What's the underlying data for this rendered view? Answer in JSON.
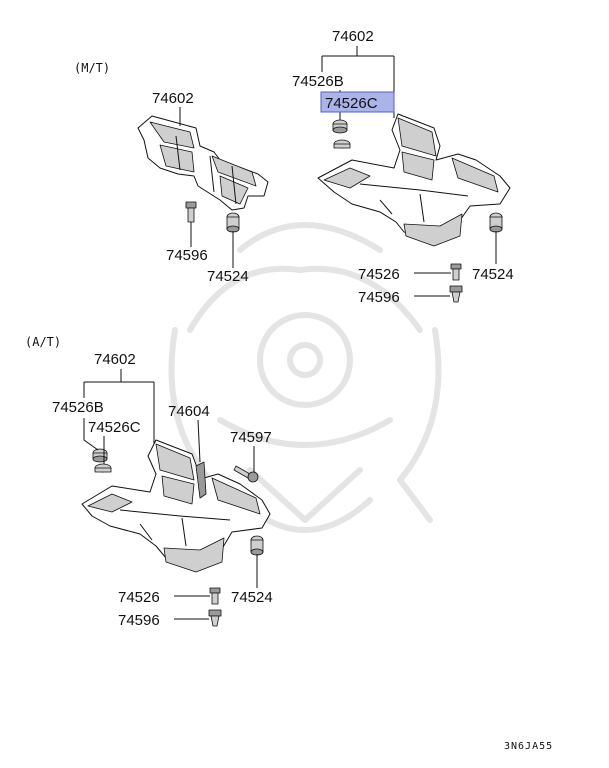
{
  "sections": {
    "mt": {
      "title": "(M/T)"
    },
    "at": {
      "title": "(A/T)"
    }
  },
  "callouts": {
    "mt": {
      "cover": "74602",
      "bolt": "74596",
      "clip": "74524"
    },
    "mt_right": {
      "cover": "74602",
      "grommet_b": "74526B",
      "grommet_c": "74526C",
      "screw": "74526",
      "bolt": "74596",
      "clip": "74524"
    },
    "at": {
      "cover": "74602",
      "grommet_b": "74526B",
      "grommet_c": "74526C",
      "side_cover": "74604",
      "pin": "74597",
      "screw": "74526",
      "bolt": "74596",
      "clip": "74524"
    }
  },
  "highlight": {
    "label": "74526C",
    "color": "#aab4e8"
  },
  "diagram_code": "3N6JA55"
}
